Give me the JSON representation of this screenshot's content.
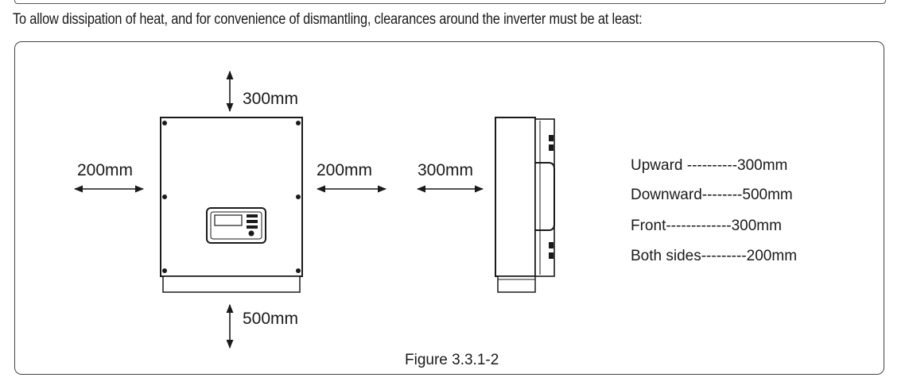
{
  "intro_text": "To allow dissipation of heat, and for convenience of dismantling, clearances around the inverter must be at least:",
  "front_view": {
    "top_clearance": "300mm",
    "left_clearance": "200mm",
    "right_clearance": "200mm",
    "bottom_clearance": "500mm"
  },
  "side_view": {
    "front_clearance": "300mm"
  },
  "legend": [
    {
      "label": "Upward ----------300mm"
    },
    {
      "label": "Downward--------500mm"
    },
    {
      "label": "Front-------------300mm"
    },
    {
      "label": "Both sides---------200mm"
    }
  ],
  "caption": "Figure 3.3.1-2"
}
